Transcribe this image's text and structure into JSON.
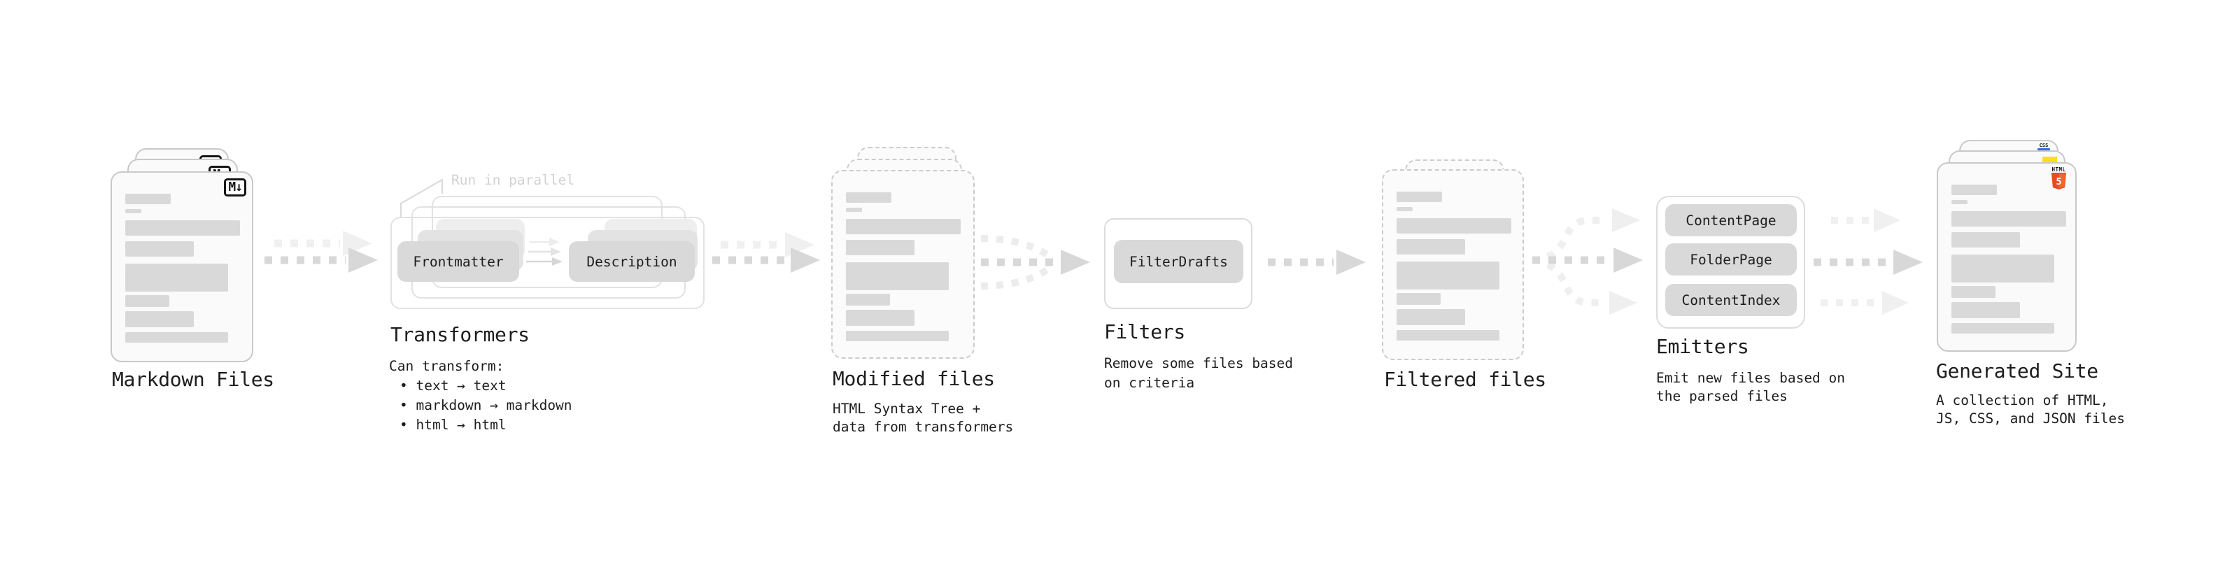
{
  "stages": {
    "markdown_files": {
      "label": "Markdown Files",
      "badge": "M↓"
    },
    "transformers": {
      "label": "Transformers",
      "note": "Run in parallel",
      "box_left": "Frontmatter",
      "box_right": "Description",
      "desc_title": "Can transform:",
      "bullets": [
        "• text → text",
        "• markdown → markdown",
        "• html → html"
      ]
    },
    "modified_files": {
      "label": "Modified files",
      "desc": [
        "HTML Syntax Tree +",
        "data from transformers"
      ]
    },
    "filters": {
      "label": "Filters",
      "box": "FilterDrafts",
      "desc": [
        "Remove some files based",
        "on criteria"
      ]
    },
    "filtered_files": {
      "label": "Filtered files"
    },
    "emitters": {
      "label": "Emitters",
      "boxes": [
        "ContentPage",
        "FolderPage",
        "ContentIndex"
      ],
      "desc": [
        "Emit new files based on",
        "the parsed files"
      ]
    },
    "generated_site": {
      "label": "Generated Site",
      "badge_css": "CSS",
      "badge_html_word": "HTML",
      "badge_html_five": "5",
      "desc": [
        "A collection of HTML,",
        "JS, CSS, and JSON files"
      ]
    }
  },
  "colors": {
    "card_background": "#fafafa",
    "card_border": "#c9c9c9",
    "content_bar": "#d9d9d9",
    "arrow_dark": "#d8d8d8",
    "arrow_faint": "#f0f0f0",
    "text": "#1d1d1f",
    "note_text": "#d2d2d2",
    "html5_orange": "#e44d26",
    "js_yellow": "#f7df1e",
    "css_blue": "#2e6bf0"
  }
}
